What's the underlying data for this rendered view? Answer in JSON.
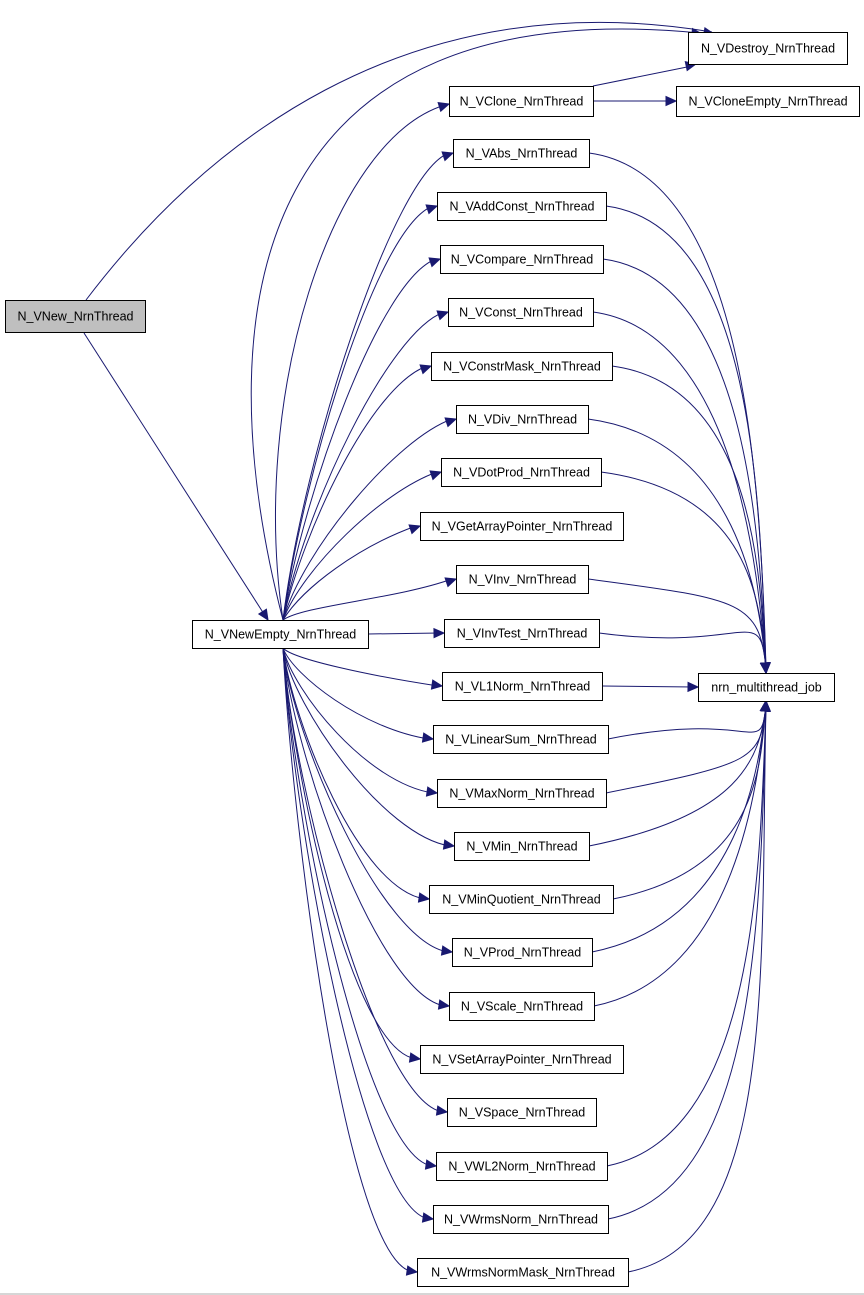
{
  "graph": {
    "root": "N_VNew_NrnThread",
    "hub": "N_VNewEmpty_NrnThread",
    "sink": "nrn_multithread_job",
    "destroy": "N_VDestroy_NrnThread",
    "clone": "N_VClone_NrnThread",
    "clone_empty": "N_VCloneEmpty_NrnThread",
    "functions": [
      "N_VAbs_NrnThread",
      "N_VAddConst_NrnThread",
      "N_VCompare_NrnThread",
      "N_VConst_NrnThread",
      "N_VConstrMask_NrnThread",
      "N_VDiv_NrnThread",
      "N_VDotProd_NrnThread",
      "N_VGetArrayPointer_NrnThread",
      "N_VInv_NrnThread",
      "N_VInvTest_NrnThread",
      "N_VL1Norm_NrnThread",
      "N_VLinearSum_NrnThread",
      "N_VMaxNorm_NrnThread",
      "N_VMin_NrnThread",
      "N_VMinQuotient_NrnThread",
      "N_VProd_NrnThread",
      "N_VScale_NrnThread",
      "N_VSetArrayPointer_NrnThread",
      "N_VSpace_NrnThread",
      "N_VWL2Norm_NrnThread",
      "N_VWrmsNorm_NrnThread",
      "N_VWrmsNormMask_NrnThread"
    ],
    "functions_to_sink": [
      "N_VAbs_NrnThread",
      "N_VAddConst_NrnThread",
      "N_VCompare_NrnThread",
      "N_VConst_NrnThread",
      "N_VConstrMask_NrnThread",
      "N_VDiv_NrnThread",
      "N_VDotProd_NrnThread",
      "N_VInv_NrnThread",
      "N_VInvTest_NrnThread",
      "N_VL1Norm_NrnThread",
      "N_VLinearSum_NrnThread",
      "N_VMaxNorm_NrnThread",
      "N_VMin_NrnThread",
      "N_VMinQuotient_NrnThread",
      "N_VProd_NrnThread",
      "N_VScale_NrnThread",
      "N_VWL2Norm_NrnThread",
      "N_VWrmsNorm_NrnThread",
      "N_VWrmsNormMask_NrnThread"
    ],
    "colors": {
      "edge": "#191970",
      "root_fill": "#bfbfbf",
      "node_fill": "#ffffff",
      "node_border": "#000000"
    }
  }
}
